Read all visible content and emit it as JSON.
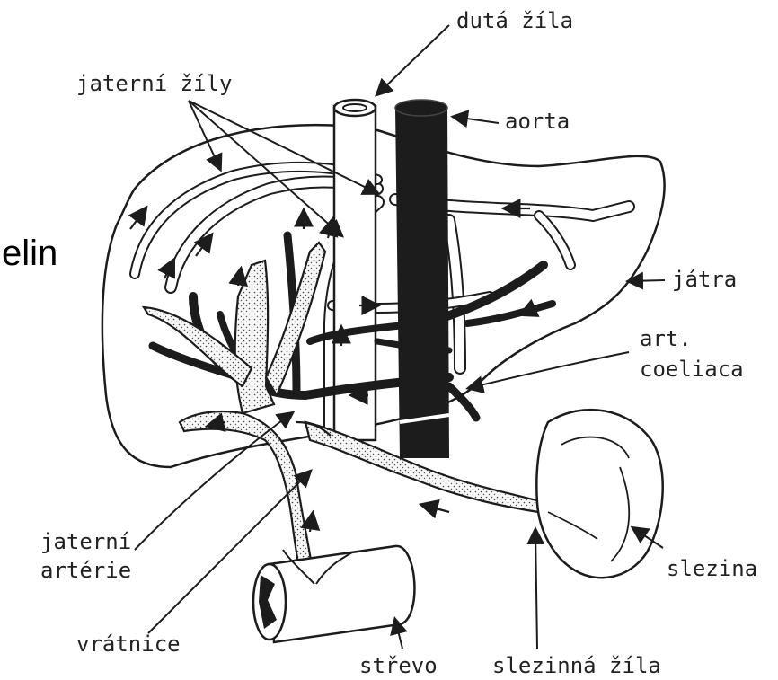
{
  "side_text": "elin",
  "labels": {
    "duta_zila": "dutá žíla",
    "jaterni_zily": "jaterní žíly",
    "aorta": "aorta",
    "jatra": "játra",
    "art_coeliaca_1": "art.",
    "art_coeliaca_2": "coeliaca",
    "jaterni_arterie_1": "jaterní",
    "jaterni_arterie_2": "artérie",
    "vratnice": "vrátnice",
    "strevo": "střevo",
    "slezinna_zila": "slezinná žíla",
    "slezina": "slezina"
  },
  "colors": {
    "ink": "#1c1c1c",
    "stipple": "#f4f4f4",
    "paper": "#ffffff"
  }
}
